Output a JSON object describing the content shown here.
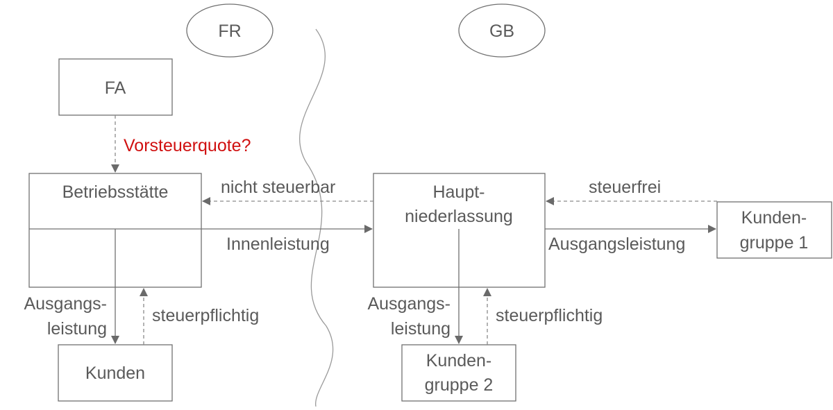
{
  "regions": {
    "left": "FR",
    "right": "GB"
  },
  "nodes": {
    "fa": "FA",
    "betriebsstaette": "Betriebsstätte",
    "kunden_fr": "Kunden",
    "hauptniederlassung": [
      "Haupt-",
      "niederlassung"
    ],
    "kundengruppe1": [
      "Kunden-",
      "gruppe 1"
    ],
    "kundengruppe2": [
      "Kunden-",
      "gruppe 2"
    ]
  },
  "labels": {
    "vorsteuerquote": "Vorsteuerquote?",
    "nicht_steuerbar": "nicht steuerbar",
    "innenleistung": "Innenleistung",
    "steuerfrei": "steuerfrei",
    "ausgangsleistung_gb1": "Ausgangsleistung",
    "ausgangsleistung_fr": [
      "Ausgangs-",
      "leistung"
    ],
    "steuerpflichtig_fr": "steuerpflichtig",
    "ausgangsleistung_gb2": [
      "Ausgangs-",
      "leistung"
    ],
    "steuerpflichtig_gb": "steuerpflichtig"
  },
  "colors": {
    "accent": "#d01010",
    "text": "#5a5a5a",
    "line": "#707070"
  }
}
